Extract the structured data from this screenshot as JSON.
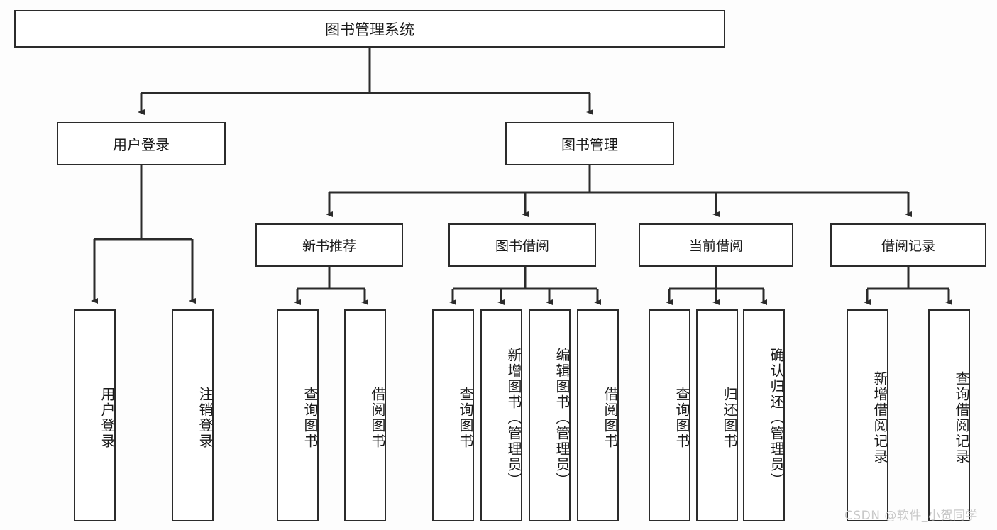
{
  "diagram": {
    "type": "tree",
    "title": "图书管理系统",
    "watermark": "CSDN @软件_小贺同学",
    "colors": {
      "box_border": "#2b2b2b",
      "box_fill": "#ffffff",
      "connector": "#2b2b2b",
      "background": "#fdfdfd",
      "watermark": "#c9c9c9"
    },
    "nodes": {
      "root": {
        "label": "图书管理系统"
      },
      "tier2": [
        {
          "id": "user-login",
          "label": "用户登录"
        },
        {
          "id": "book-manage",
          "label": "图书管理"
        }
      ],
      "tier3": [
        {
          "id": "new-book-rec",
          "label": "新书推荐"
        },
        {
          "id": "book-borrow",
          "label": "图书借阅"
        },
        {
          "id": "current-borrow",
          "label": "当前借阅"
        },
        {
          "id": "borrow-record",
          "label": "借阅记录"
        }
      ],
      "leaves": {
        "user-login": [
          {
            "id": "leaf-user-login",
            "label": "用户登录"
          },
          {
            "id": "leaf-user-logout",
            "label": "注销登录"
          }
        ],
        "new-book-rec": [
          {
            "id": "leaf-query-book-1",
            "label": "查询图书"
          },
          {
            "id": "leaf-borrow-book-1",
            "label": "借阅图书"
          }
        ],
        "book-borrow": [
          {
            "id": "leaf-query-book-2",
            "label": "查询图书"
          },
          {
            "id": "leaf-add-book",
            "label": "新增图书（管理员）"
          },
          {
            "id": "leaf-edit-book",
            "label": "编辑图书（管理员）"
          },
          {
            "id": "leaf-borrow-book-2",
            "label": "借阅图书"
          }
        ],
        "current-borrow": [
          {
            "id": "leaf-query-book-3",
            "label": "查询图书"
          },
          {
            "id": "leaf-return-book",
            "label": "归还图书"
          },
          {
            "id": "leaf-confirm-return",
            "label": "确认归还（管理员）"
          }
        ],
        "borrow-record": [
          {
            "id": "leaf-add-record",
            "label": "新增借阅记录"
          },
          {
            "id": "leaf-query-record",
            "label": "查询借阅记录"
          }
        ]
      }
    }
  }
}
